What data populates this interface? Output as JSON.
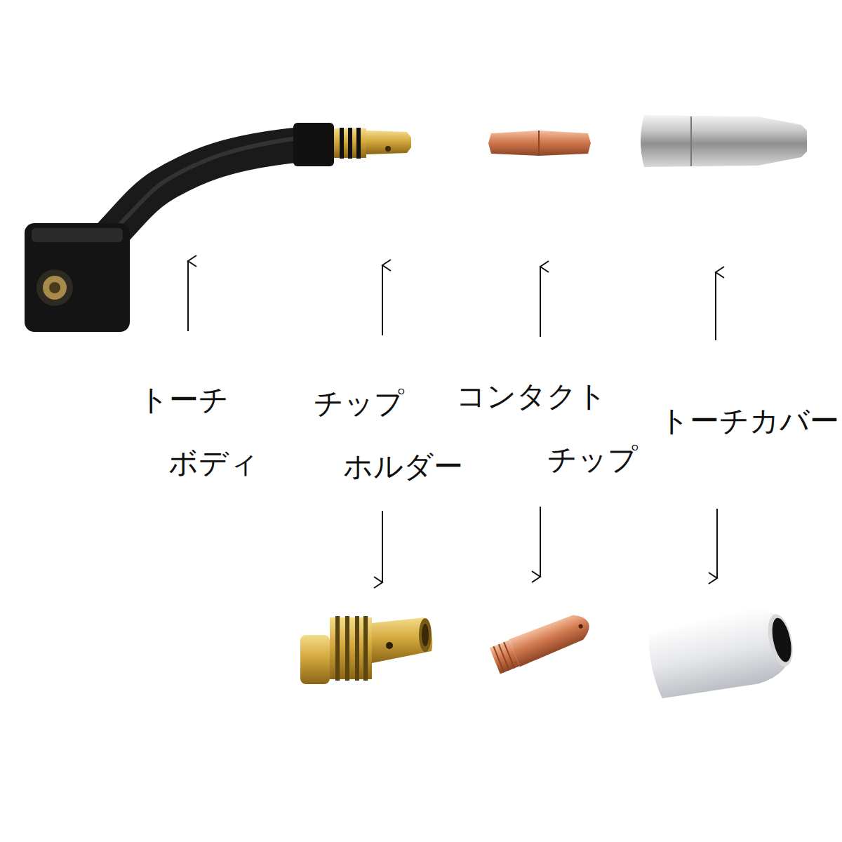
{
  "diagram": {
    "labels": [
      "トーチ ボディ",
      "チップ ホルダー",
      "コンタクト チップ",
      "トーチカバー"
    ]
  }
}
